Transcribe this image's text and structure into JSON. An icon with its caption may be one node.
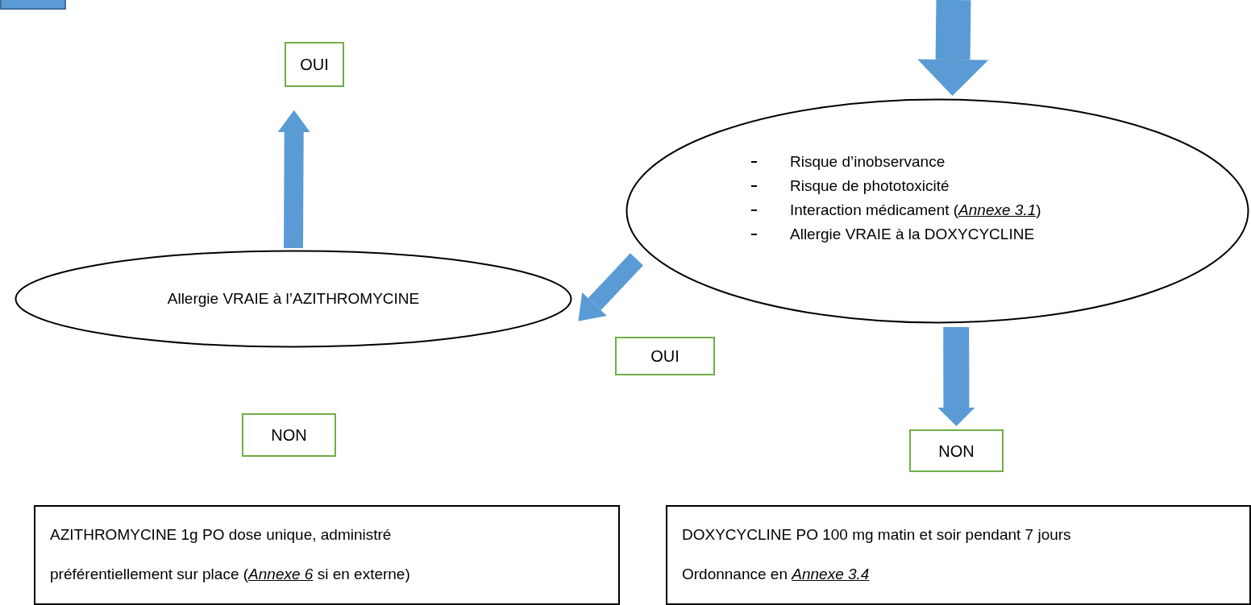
{
  "diagram": {
    "nodes": [
      {
        "text": [],
        "shape": "box"
      },
      {
        "text": [
          "OUI"
        ]
      },
      {
        "text": [
          "Risque d’inobservance",
          "Risque de phototoxicité",
          "Interaction médicament (*Annexe 3.1*)",
          "Allergie VRAIE à la DOXYCYCLINE"
        ]
      },
      {
        "text": [
          "Allergie VRAIE à l’AZITHROMYCINE"
        ]
      },
      {
        "text": [
          "OUI"
        ]
      },
      {
        "text": [
          "NON"
        ]
      },
      {
        "text": [
          "NON"
        ]
      },
      {
        "text": [
          "AZITHROMYCINE 1g PO dose unique, administré préférentiellement sur place (*Annexe 6* si en externe)"
        ]
      },
      {
        "text": [
          "DOXYCYCLINE PO 100 mg matin et soir pendant 7 jours",
          "Ordonnance en *Annexe 3.4*"
        ]
      }
    ],
    "edges": [
      {
        "from": null,
        "to": 2,
        "arrow": "to"
      },
      {
        "from": 3,
        "to": 1,
        "arrow": "to"
      },
      {
        "from": 2,
        "to": 3,
        "arrow": "to"
      },
      {
        "from": 2,
        "to": 6,
        "arrow": "to"
      }
    ]
  }
}
